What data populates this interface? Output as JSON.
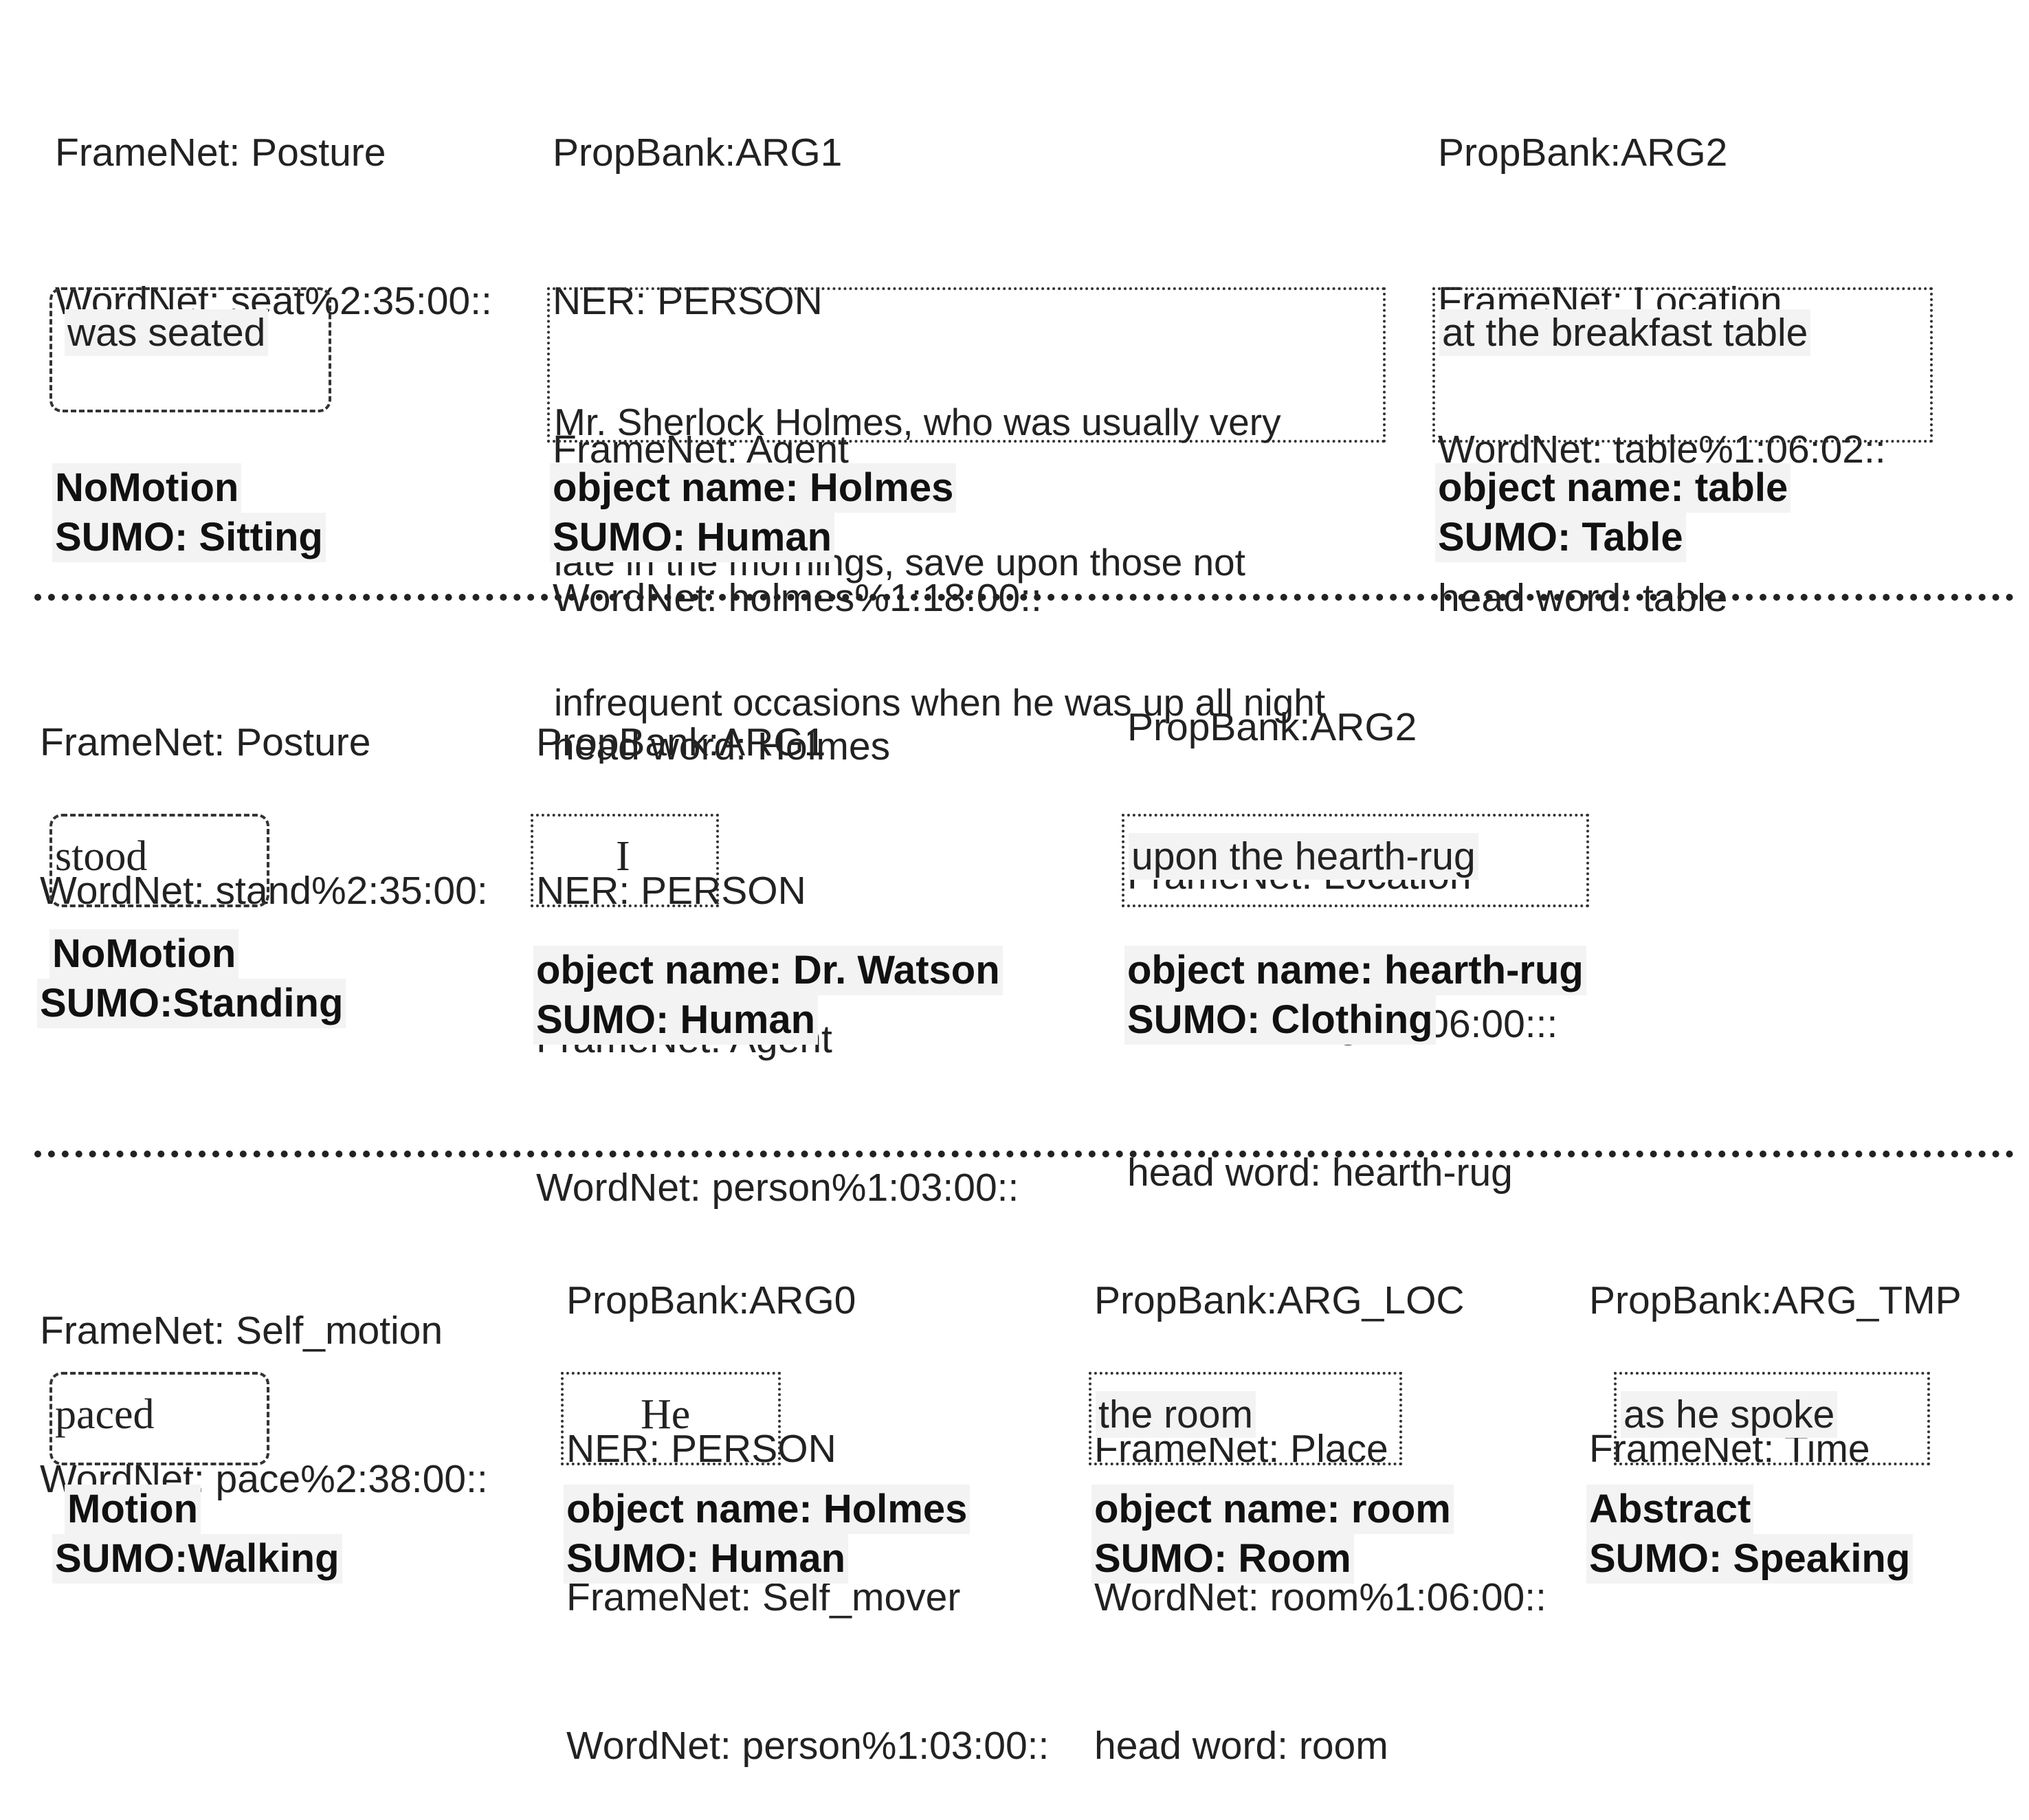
{
  "row1": {
    "verb": {
      "lines": [
        "FrameNet: Posture",
        "WordNet: seat%2:35:00::"
      ],
      "span": "was seated",
      "labels": [
        "NoMotion",
        "SUMO: Sitting"
      ]
    },
    "arg1": {
      "lines": [
        "PropBank:ARG1",
        "NER: PERSON",
        "FrameNet: Agent",
        "WordNet: holmes%1:18:00::",
        "head word: Holmes"
      ],
      "span_lines": [
        "Mr. Sherlock Holmes, who was usually very",
        "late in the mornings, save upon those not",
        "infrequent occasions when he was up all night"
      ],
      "labels": [
        "object name: Holmes",
        "SUMO: Human"
      ]
    },
    "arg2": {
      "lines": [
        "PropBank:ARG2",
        "FrameNet: Location",
        "WordNet: table%1:06:02::",
        "head word: table"
      ],
      "span": "at the breakfast table",
      "labels": [
        "object name: table",
        "SUMO: Table"
      ]
    }
  },
  "row2": {
    "verb": {
      "lines": [
        "FrameNet: Posture",
        "WordNet: stand%2:35:00:"
      ],
      "span": "stood",
      "labels": [
        "NoMotion",
        "SUMO:Standing"
      ]
    },
    "arg1": {
      "lines": [
        "PropBank:ARG1",
        "NER: PERSON",
        "FrameNet: Agent",
        "WordNet: person%1:03:00::"
      ],
      "span": "I",
      "labels": [
        "object name: Dr. Watson",
        "SUMO: Human"
      ]
    },
    "arg2": {
      "lines": [
        "PropBank:ARG2",
        "FrameNet: Location",
        "WordNet: rug%1:06:00:::",
        "head word: hearth-rug"
      ],
      "span": "upon the hearth-rug",
      "labels": [
        "object name: hearth-rug",
        "SUMO: Clothing"
      ]
    }
  },
  "row3": {
    "verb": {
      "lines": [
        "FrameNet: Self_motion",
        "WordNet: pace%2:38:00::"
      ],
      "span": "paced",
      "labels": [
        "Motion",
        "SUMO:Walking"
      ]
    },
    "arg0": {
      "lines": [
        "PropBank:ARG0",
        "NER: PERSON",
        "FrameNet: Self_mover",
        "WordNet: person%1:03:00::"
      ],
      "span": "He",
      "labels": [
        "object name: Holmes",
        "SUMO: Human"
      ]
    },
    "argloc": {
      "lines": [
        "PropBank:ARG_LOC",
        "FrameNet: Place",
        "WordNet: room%1:06:00::",
        "head word: room"
      ],
      "span": "the room",
      "labels": [
        "object name: room",
        "SUMO: Room"
      ]
    },
    "argtmp": {
      "lines": [
        "PropBank:ARG_TMP",
        "FrameNet: Time"
      ],
      "span": "as he spoke",
      "labels": [
        "Abstract",
        "SUMO: Speaking"
      ]
    }
  }
}
